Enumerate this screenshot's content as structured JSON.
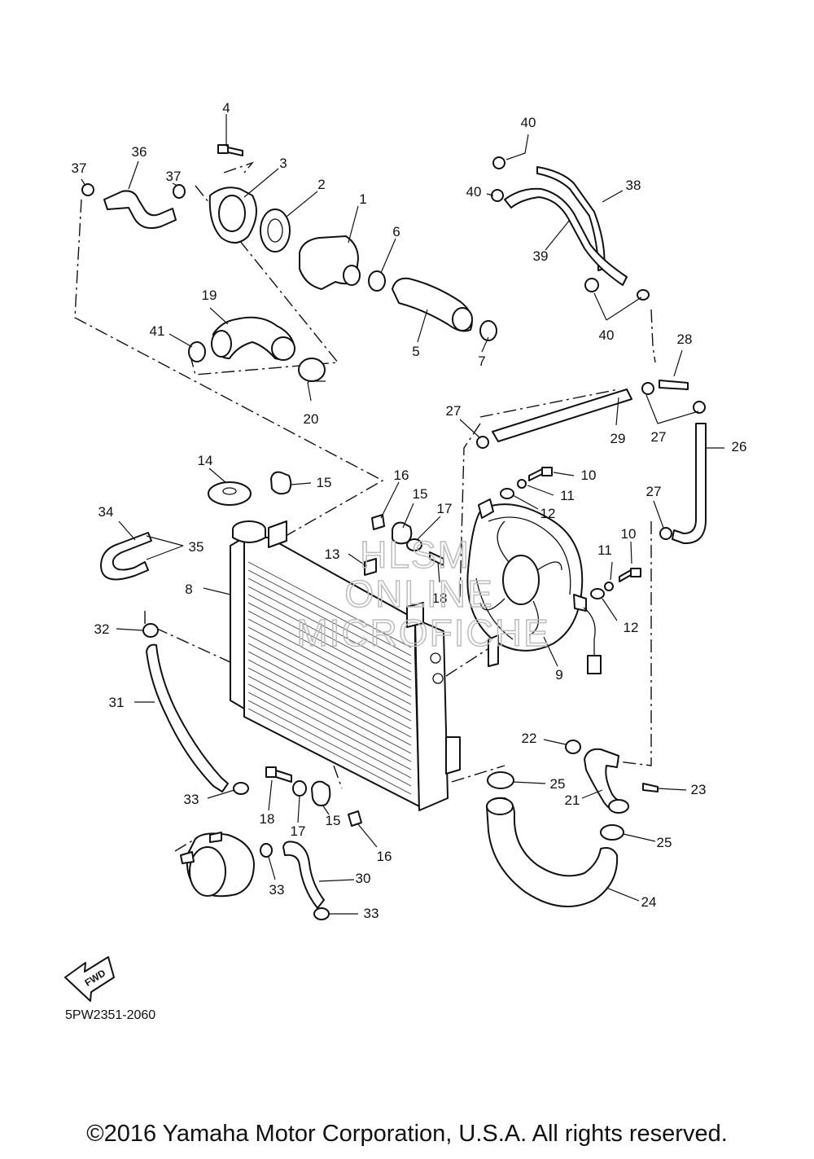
{
  "callouts": [
    {
      "id": "1",
      "text": "1"
    },
    {
      "id": "2",
      "text": "2"
    },
    {
      "id": "3",
      "text": "3"
    },
    {
      "id": "4",
      "text": "4"
    },
    {
      "id": "5",
      "text": "5"
    },
    {
      "id": "6",
      "text": "6"
    },
    {
      "id": "7",
      "text": "7"
    },
    {
      "id": "8",
      "text": "8"
    },
    {
      "id": "9",
      "text": "9"
    },
    {
      "id": "10a",
      "text": "10"
    },
    {
      "id": "10b",
      "text": "10"
    },
    {
      "id": "11a",
      "text": "11"
    },
    {
      "id": "11b",
      "text": "11"
    },
    {
      "id": "12a",
      "text": "12"
    },
    {
      "id": "12b",
      "text": "12"
    },
    {
      "id": "13",
      "text": "13"
    },
    {
      "id": "14",
      "text": "14"
    },
    {
      "id": "15a",
      "text": "15"
    },
    {
      "id": "15b",
      "text": "15"
    },
    {
      "id": "15c",
      "text": "15"
    },
    {
      "id": "16a",
      "text": "16"
    },
    {
      "id": "16b",
      "text": "16"
    },
    {
      "id": "17a",
      "text": "17"
    },
    {
      "id": "17b",
      "text": "17"
    },
    {
      "id": "18a",
      "text": "18"
    },
    {
      "id": "18b",
      "text": "18"
    },
    {
      "id": "19",
      "text": "19"
    },
    {
      "id": "20",
      "text": "20"
    },
    {
      "id": "21",
      "text": "21"
    },
    {
      "id": "22",
      "text": "22"
    },
    {
      "id": "23",
      "text": "23"
    },
    {
      "id": "24",
      "text": "24"
    },
    {
      "id": "25a",
      "text": "25"
    },
    {
      "id": "25b",
      "text": "25"
    },
    {
      "id": "26",
      "text": "26"
    },
    {
      "id": "27a",
      "text": "27"
    },
    {
      "id": "27b",
      "text": "27"
    },
    {
      "id": "27c",
      "text": "27"
    },
    {
      "id": "28",
      "text": "28"
    },
    {
      "id": "29",
      "text": "29"
    },
    {
      "id": "30",
      "text": "30"
    },
    {
      "id": "31",
      "text": "31"
    },
    {
      "id": "32",
      "text": "32"
    },
    {
      "id": "33a",
      "text": "33"
    },
    {
      "id": "33b",
      "text": "33"
    },
    {
      "id": "33c",
      "text": "33"
    },
    {
      "id": "34",
      "text": "34"
    },
    {
      "id": "35",
      "text": "35"
    },
    {
      "id": "36",
      "text": "36"
    },
    {
      "id": "37a",
      "text": "37"
    },
    {
      "id": "37b",
      "text": "37"
    },
    {
      "id": "38",
      "text": "38"
    },
    {
      "id": "39",
      "text": "39"
    },
    {
      "id": "40a",
      "text": "40"
    },
    {
      "id": "40b",
      "text": "40"
    },
    {
      "id": "40c",
      "text": "40"
    },
    {
      "id": "41",
      "text": "41"
    }
  ],
  "fwd_label": "FWD",
  "watermark": [
    "HLSM",
    "ONLINE",
    "MICROFICHE"
  ],
  "diagram_code": "5PW2351-2060",
  "copyright": "©2016 Yamaha Motor Corporation, U.S.A. All rights reserved."
}
